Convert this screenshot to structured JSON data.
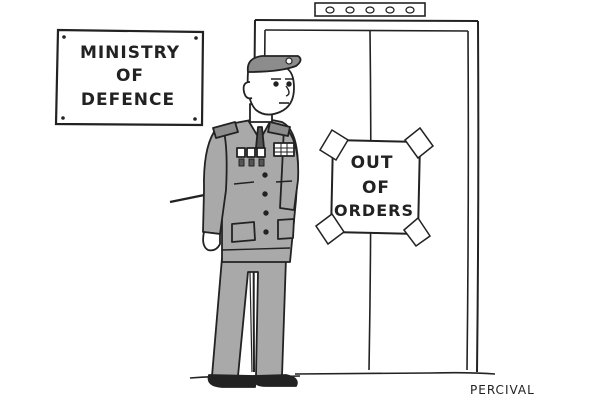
{
  "cartoon": {
    "wall_sign": {
      "line1": "MINISTRY",
      "line2": "OF",
      "line3": "DEFENCE"
    },
    "door_notice": {
      "line1": "OUT",
      "line2": "OF",
      "line3": "ORDERS"
    },
    "signature": "PERCIVAL"
  },
  "colors": {
    "ink": "#222222",
    "uniform": "#a9a9a9",
    "uniform_dark": "#8c8c8c",
    "paper": "#ffffff",
    "tape": "#ffffff"
  },
  "icons": {
    "elevator_indicator": "elevator-floor-indicator-icon",
    "medals": "medal-ribbons-icon",
    "swagger_stick": "swagger-stick-icon"
  }
}
